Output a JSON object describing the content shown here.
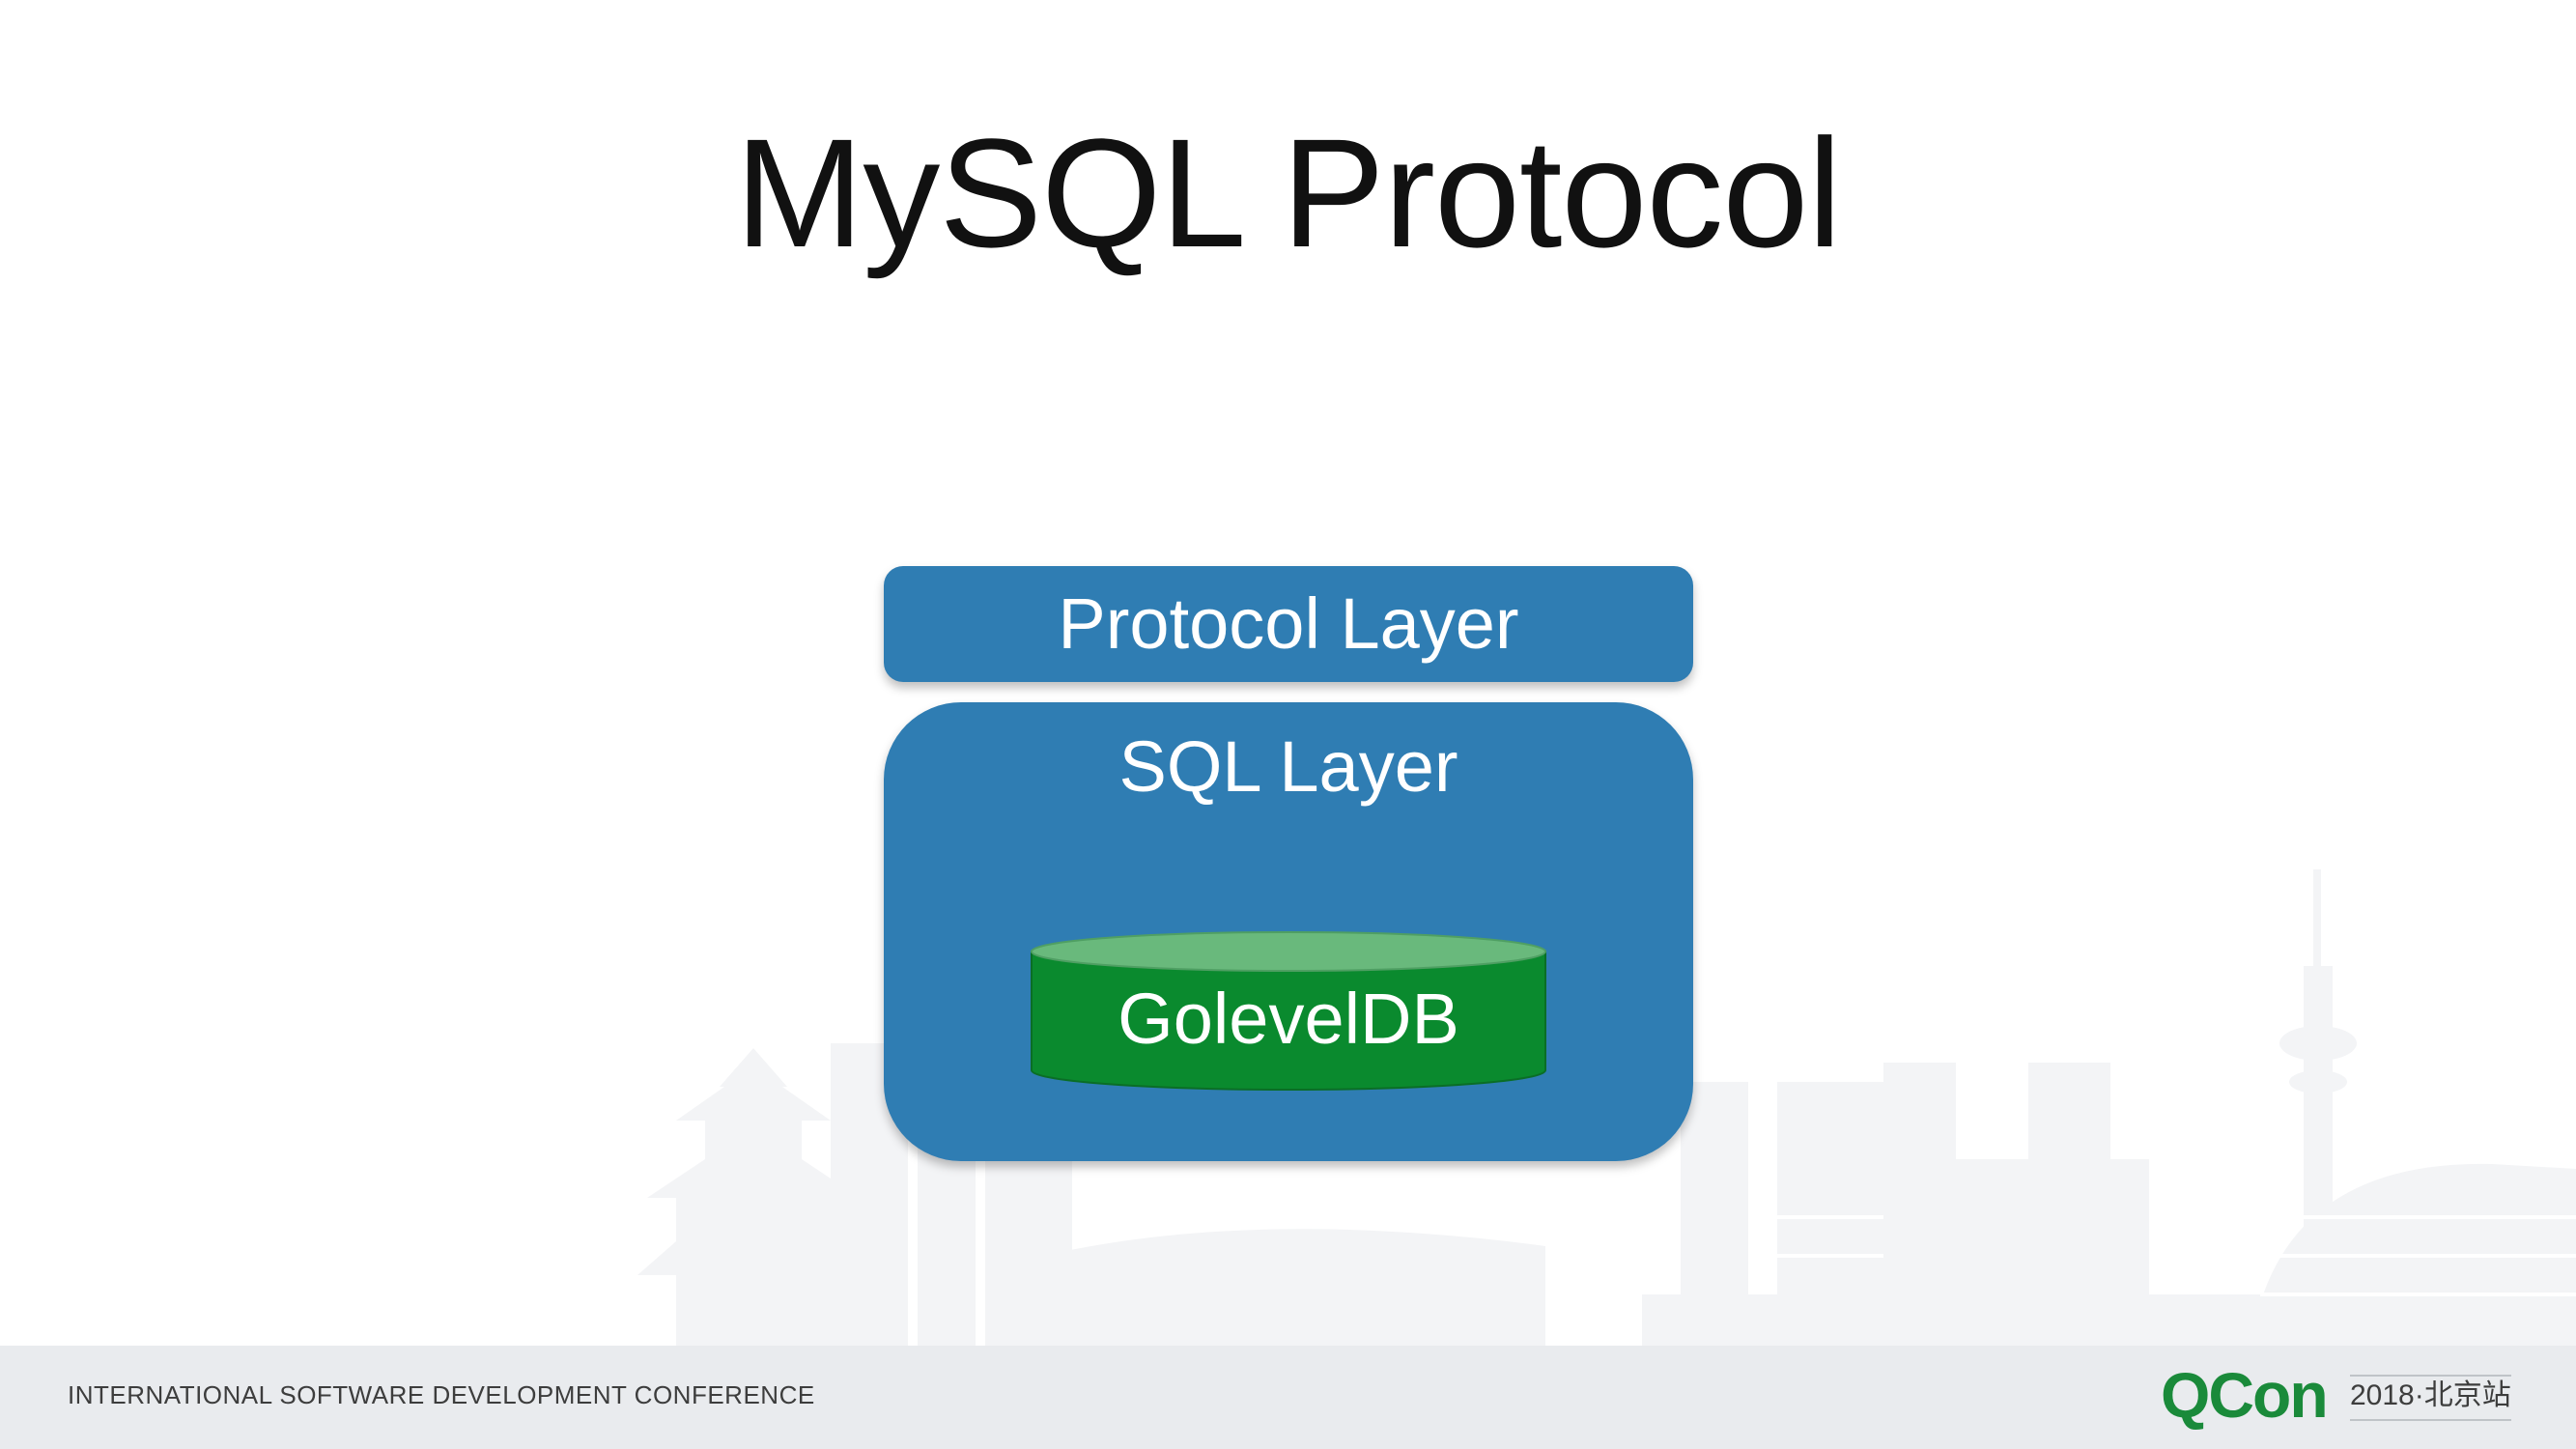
{
  "slide": {
    "title": "MySQL Protocol"
  },
  "diagram": {
    "protocol_layer": {
      "label": "Protocol Layer",
      "color": "#2f7db3"
    },
    "sql_layer": {
      "label": "SQL Layer",
      "color": "#2f7db3"
    },
    "storage": {
      "label": "GolevelDB",
      "color": "#0a8a2e",
      "top_color": "#69b97c"
    }
  },
  "footer": {
    "conference_name": "INTERNATIONAL SOFTWARE DEVELOPMENT CONFERENCE",
    "logo_text": "QCon",
    "edition": "2018·北京站",
    "brand_color": "#1a8a3a"
  }
}
